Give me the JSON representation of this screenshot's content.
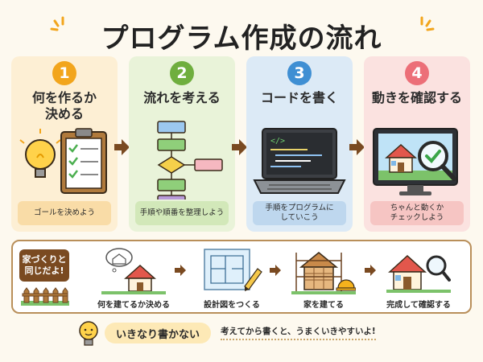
{
  "title": "プログラム作成の流れ",
  "steps": [
    {
      "number": "1",
      "title_lines": [
        "何を作るか",
        "決める"
      ],
      "caption_lines": [
        "ゴールを決めよう"
      ]
    },
    {
      "number": "2",
      "title_lines": [
        "流れを考える"
      ],
      "caption_lines": [
        "手順や順番を整理しよう"
      ]
    },
    {
      "number": "3",
      "title_lines": [
        "コードを書く"
      ],
      "caption_lines": [
        "手順をプログラムに",
        "していこう"
      ]
    },
    {
      "number": "4",
      "title_lines": [
        "動きを確認する"
      ],
      "caption_lines": [
        "ちゃんと動くか",
        "チェックしよう"
      ]
    }
  ],
  "code_tag": "</>",
  "house": {
    "badge_lines": [
      "家づくりと",
      "同じだよ!"
    ],
    "steps": [
      "何を建てるか決める",
      "設計図をつくる",
      "家を建てる",
      "完成して確認する"
    ]
  },
  "tip": {
    "label": "いきなり書かない",
    "text": "考えてから書くと、うまくいきやすいよ!"
  },
  "colors": {
    "step1": "#f2a51c",
    "step2": "#6fae3e",
    "step3": "#3f8fd3",
    "step4": "#ec6f78",
    "arrow": "#7a4a21"
  },
  "icons": [
    "sparkle-icon",
    "lightbulb-icon",
    "clipboard-icon",
    "flowchart-icon",
    "laptop-icon",
    "monitor-icon",
    "magnifier-icon",
    "check-icon",
    "house-icon",
    "blueprint-icon",
    "pencil-icon",
    "hardhat-icon",
    "fence-icon"
  ]
}
